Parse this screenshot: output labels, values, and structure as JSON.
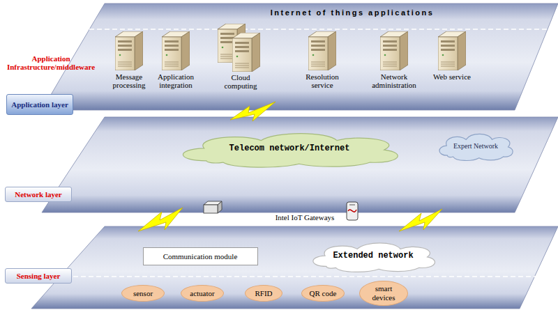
{
  "diagram": {
    "title": "Internet of things applications",
    "nodes": [
      {
        "text": [
          "Application layer"
        ]
      },
      {
        "text": [
          "Telecom network/Internet"
        ]
      },
      {
        "text": [
          "Expert Network"
        ]
      },
      {
        "text": [
          "Network layer"
        ]
      },
      {
        "text": [
          "Communication module"
        ]
      },
      {
        "text": [
          "Extended network"
        ]
      },
      {
        "text": [
          "Sensing layer"
        ]
      },
      {
        "text": [
          "sensor"
        ]
      },
      {
        "text": [
          "actuator"
        ]
      },
      {
        "text": [
          "RFID"
        ]
      },
      {
        "text": [
          "QR code"
        ]
      },
      {
        "text": [
          "smart devices"
        ]
      }
    ],
    "labels": [
      "Application Infrastructure/middleware",
      "Message processing",
      "Application integration",
      "Cloud computing",
      "Resolution service",
      "Network administration",
      "Web service",
      "Intel IoT Gateways"
    ]
  }
}
